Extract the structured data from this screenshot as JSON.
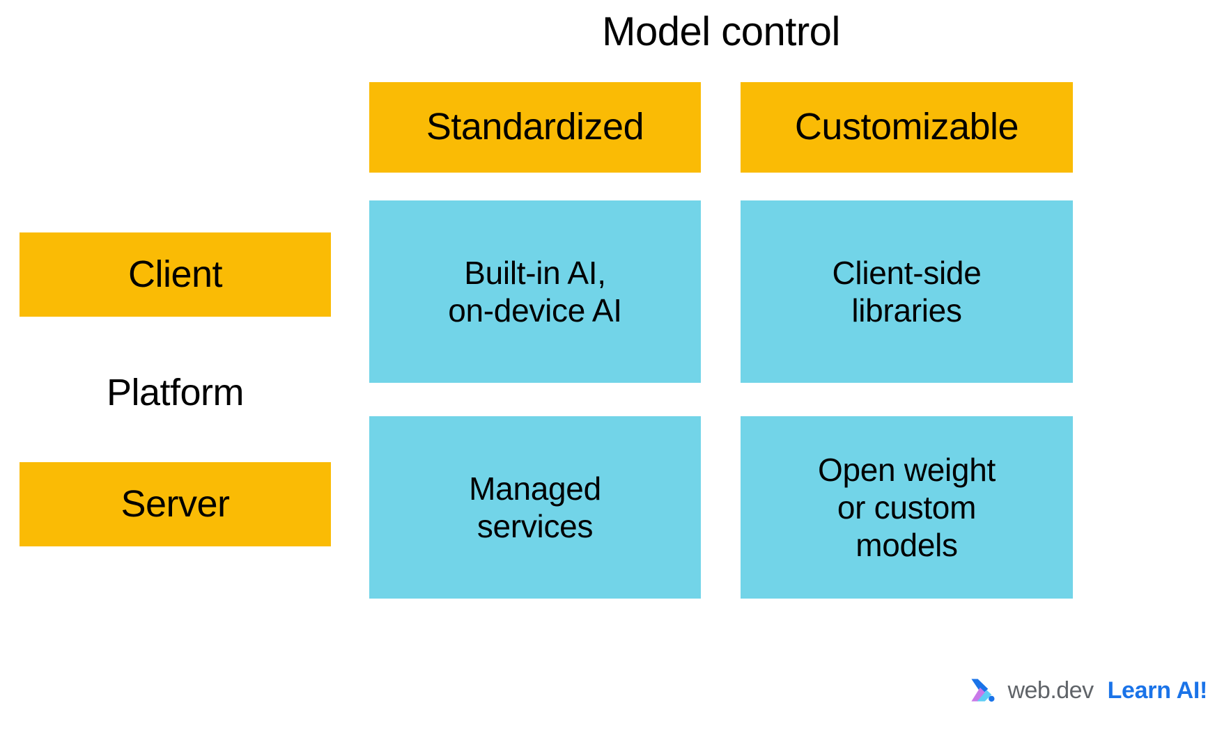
{
  "title": "Model control",
  "axis": {
    "column_axis_label": "Model control",
    "row_axis_label": "Platform"
  },
  "columns": [
    {
      "label": "Standardized"
    },
    {
      "label": "Customizable"
    }
  ],
  "rows": [
    {
      "label": "Client"
    },
    {
      "label": "Server"
    }
  ],
  "cells": [
    {
      "line1": "Built-in AI,",
      "line2": "on-device AI",
      "line3": ""
    },
    {
      "line1": "Client-side",
      "line2": "libraries",
      "line3": ""
    },
    {
      "line1": "Managed",
      "line2": "services",
      "line3": ""
    },
    {
      "line1": "Open weight",
      "line2": "or custom",
      "line3": "models"
    }
  ],
  "footer": {
    "wordmark": "web.dev",
    "tagline": "Learn AI!",
    "logo_icon": "webdev-chevron-icon"
  },
  "colors": {
    "yellow": "#FABB05",
    "cyan": "#72D4E8",
    "text": "#000000",
    "wordmark_gray": "#5F6368",
    "tagline_blue": "#1A73E8",
    "logo_blue": "#1A73E8",
    "logo_light_blue": "#5ECDF5",
    "logo_purple": "#C879E8",
    "background": "#FFFFFF"
  }
}
